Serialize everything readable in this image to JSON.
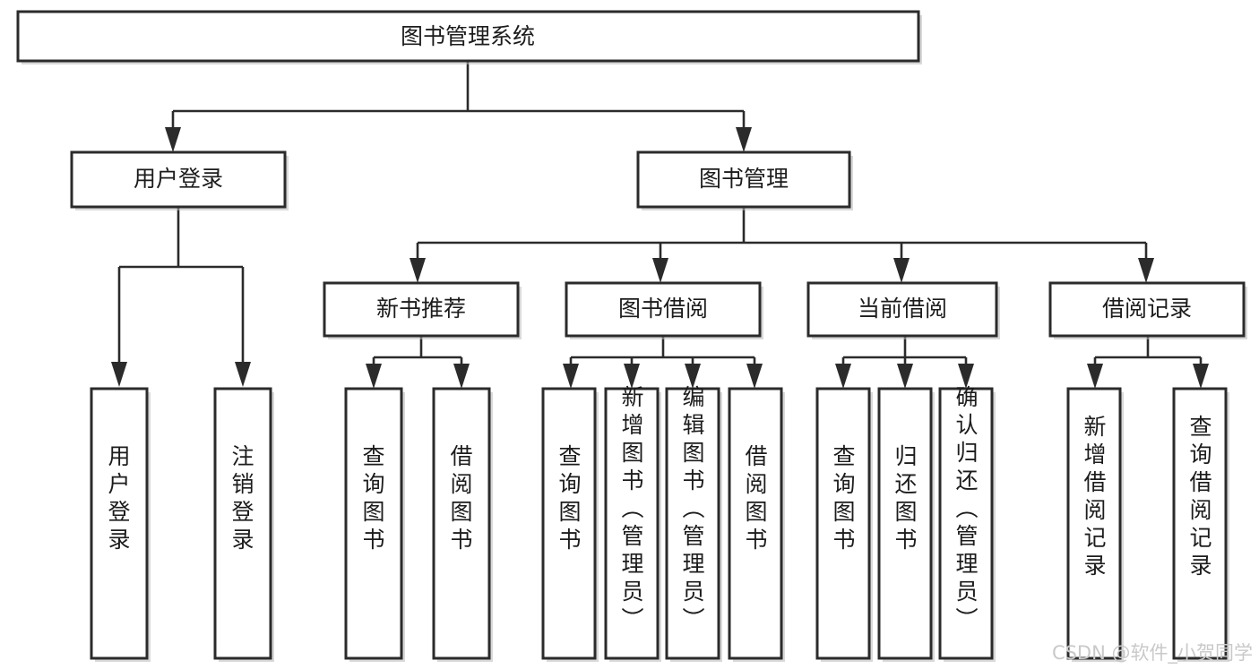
{
  "diagram": {
    "title": "图书管理系统",
    "type": "tree",
    "orientation": "top-down",
    "colors": {
      "box_stroke": "#2b2b2b",
      "box_fill": "#ffffff",
      "connector": "#2b2b2b",
      "text": "#1c1c1c",
      "background": "#ffffff",
      "watermark": "#c9c9c9"
    },
    "root": {
      "label": "图书管理系统"
    },
    "level2": [
      {
        "label": "用户登录"
      },
      {
        "label": "图书管理"
      }
    ],
    "level3": [
      {
        "label": "新书推荐"
      },
      {
        "label": "图书借阅"
      },
      {
        "label": "当前借阅"
      },
      {
        "label": "借阅记录"
      }
    ],
    "leaves": {
      "user_login": [
        {
          "label": "用户登录"
        },
        {
          "label": "注销登录"
        }
      ],
      "new_book_recommend": [
        {
          "label": "查询图书"
        },
        {
          "label": "借阅图书"
        }
      ],
      "book_borrow": [
        {
          "label": "查询图书"
        },
        {
          "label": "新增图书（管理员）"
        },
        {
          "label": "编辑图书（管理员）"
        },
        {
          "label": "借阅图书"
        }
      ],
      "current_borrow": [
        {
          "label": "查询图书"
        },
        {
          "label": "归还图书"
        },
        {
          "label": "确认归还（管理员）"
        }
      ],
      "borrow_record": [
        {
          "label": "新增借阅记录"
        },
        {
          "label": "查询借阅记录"
        }
      ]
    }
  },
  "watermark": {
    "text": "CSDN @软件_小贺同学"
  }
}
